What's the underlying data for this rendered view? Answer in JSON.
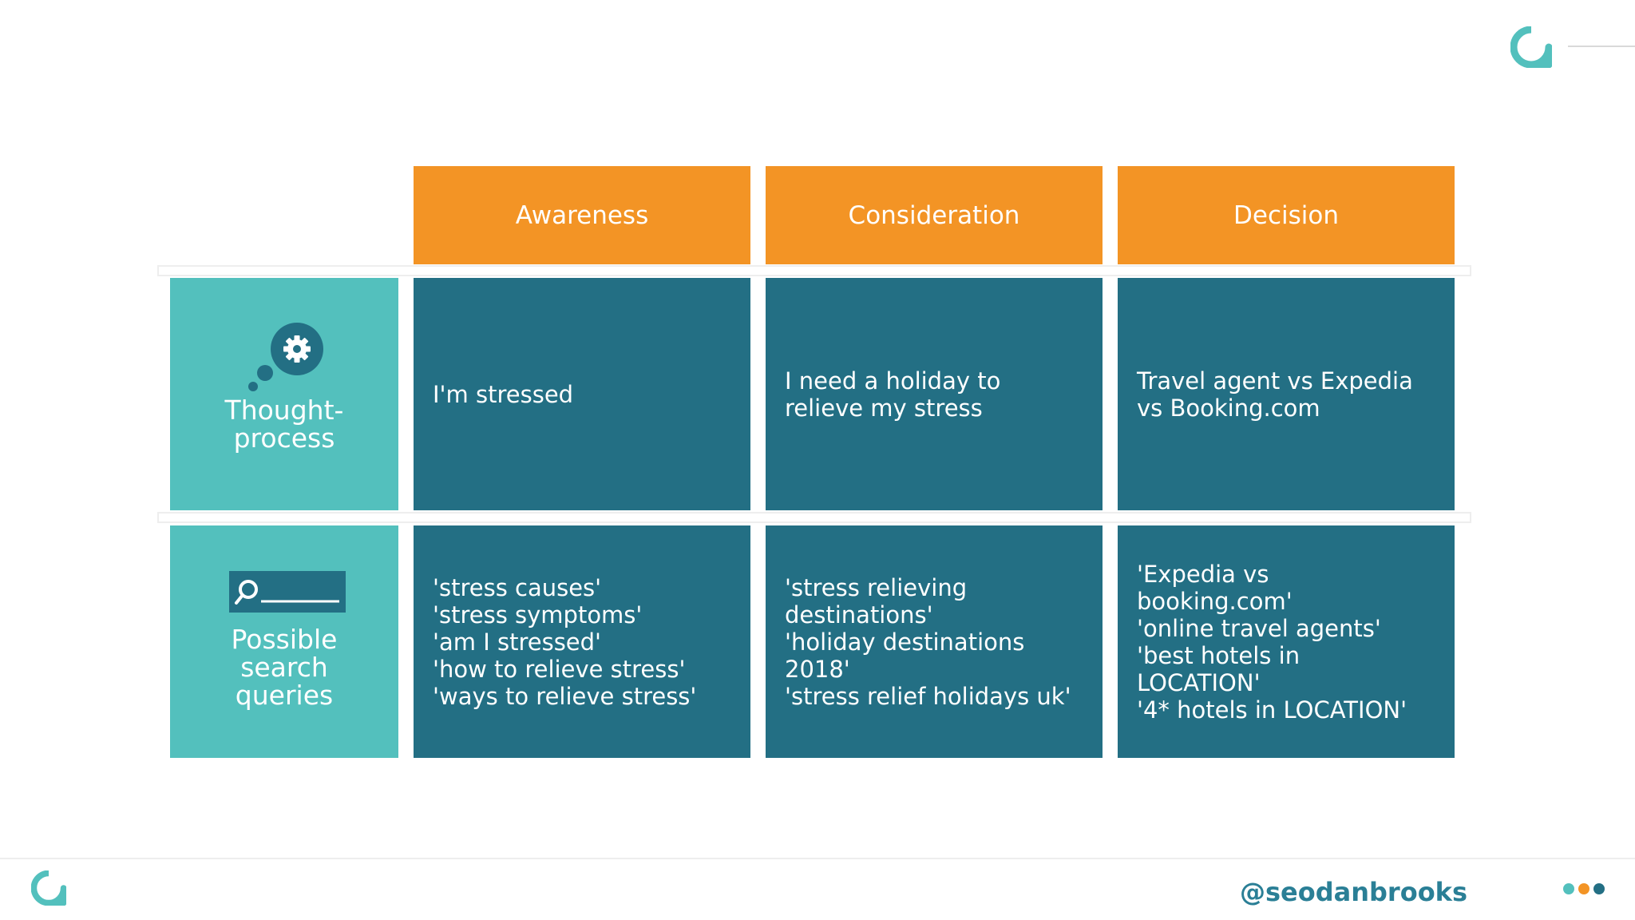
{
  "colors": {
    "header_orange": "#f39425",
    "label_teal": "#53c0bd",
    "body_blue": "#236f84",
    "handle_blue": "#2a7f96"
  },
  "logo": {
    "icon": "speech-bubble-logo-icon"
  },
  "table": {
    "headers": [
      "Awareness",
      "Consideration",
      "Decision"
    ],
    "rows": [
      {
        "label": "Thought-\nprocess",
        "icon": "thought-bubble-gear-icon",
        "cells": [
          "I'm stressed",
          "I need a holiday to\nrelieve my stress",
          "Travel agent vs Expedia\nvs Booking.com"
        ]
      },
      {
        "label": "Possible\nsearch\nqueries",
        "icon": "search-bar-icon",
        "cells": [
          "'stress causes'\n'stress symptoms'\n'am I stressed'\n'how to relieve stress'\n'ways to relieve stress'",
          "'stress relieving\ndestinations'\n'holiday destinations\n2018'\n'stress relief holidays uk'",
          "'Expedia vs\nbooking.com'\n'online travel agents'\n'best hotels in\nLOCATION'\n'4* hotels in LOCATION'"
        ]
      }
    ]
  },
  "footer": {
    "handle": "@seodanbrooks",
    "dots": [
      "#53c0bd",
      "#f39425",
      "#236f84"
    ]
  }
}
